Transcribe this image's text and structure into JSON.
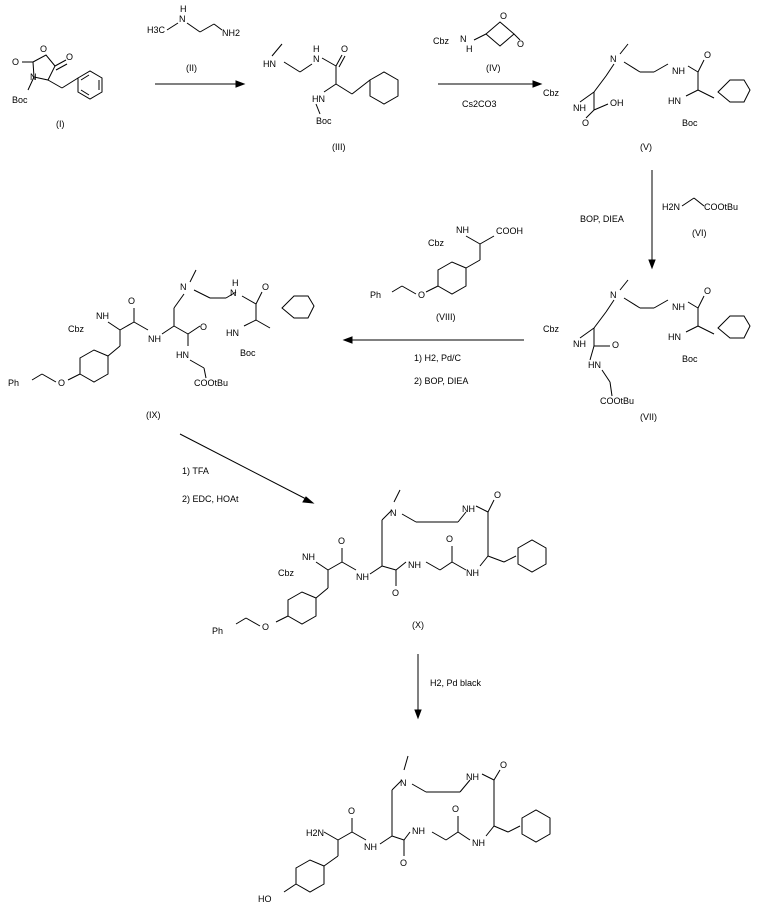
{
  "labels": {
    "c1": "(I)",
    "c2": "(II)",
    "c3": "(III)",
    "c4": "(IV)",
    "c5": "(V)",
    "c6": "(VI)",
    "c7": "(VII)",
    "c8": "(VIII)",
    "c9": "(IX)",
    "c10": "(X)"
  },
  "conditions": {
    "step2_base": "Cs2CO3",
    "step3_coupling": "BOP, DIEA",
    "step4_a": "1) H2, Pd/C",
    "step4_b": "2) BOP, DIEA",
    "step5_a": "1) TFA",
    "step5_b": "2) EDC, HOAt",
    "step6": "H2, Pd black"
  },
  "atoms": {
    "O": "O",
    "N": "N",
    "H": "H",
    "NH": "NH",
    "HN": "HN",
    "NH2": "NH2",
    "H2N": "H2N",
    "OH": "OH",
    "HO": "HO",
    "Boc": "Boc",
    "Cbz": "Cbz",
    "Ph": "Ph",
    "COOH": "COOH",
    "COOtBu": "COOtBu",
    "H3C": "H3C"
  }
}
